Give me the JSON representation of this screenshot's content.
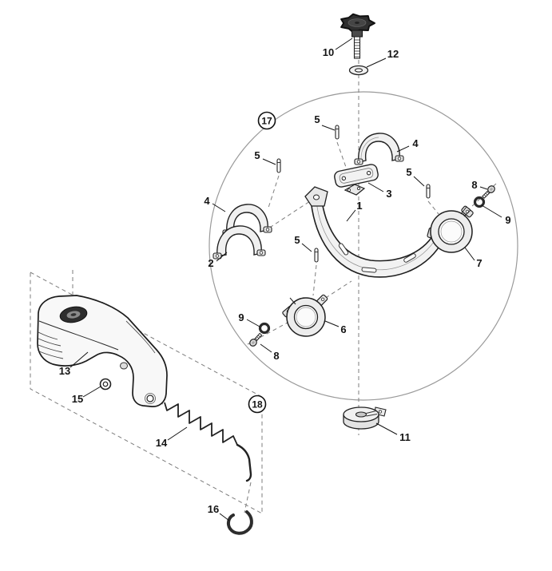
{
  "figure": {
    "kind": "exploded-parts-diagram",
    "ink_color": "#1f1f1f",
    "part_fill": "#f0f0f0",
    "boundary_color": "#9a9a9a"
  },
  "callouts": [
    {
      "part": "knob",
      "label": "10"
    },
    {
      "part": "washer-top",
      "label": "12"
    },
    {
      "part": "pin-top",
      "label": "5"
    },
    {
      "part": "saddle-upper-right",
      "label": "4"
    },
    {
      "part": "pin-left",
      "label": "5"
    },
    {
      "part": "plate",
      "label": "3"
    },
    {
      "part": "pin-right",
      "label": "5"
    },
    {
      "part": "screw-right",
      "label": "8"
    },
    {
      "part": "nut-right",
      "label": "9"
    },
    {
      "part": "main-bracket",
      "label": "1"
    },
    {
      "part": "saddle-left",
      "label": "4"
    },
    {
      "part": "saddle-lower-left",
      "label": "2"
    },
    {
      "part": "pin-center",
      "label": "5"
    },
    {
      "part": "clamp-right",
      "label": "7"
    },
    {
      "part": "clamp-center",
      "label": "6"
    },
    {
      "part": "nut-left",
      "label": "9"
    },
    {
      "part": "screw-left",
      "label": "8"
    },
    {
      "part": "base-mount",
      "label": "11"
    },
    {
      "part": "handle-body",
      "label": "13"
    },
    {
      "part": "grommet",
      "label": "15"
    },
    {
      "part": "spring",
      "label": "14"
    },
    {
      "part": "clip",
      "label": "16"
    }
  ],
  "group_markers": [
    {
      "group": "clamp-assembly",
      "label": "17"
    },
    {
      "group": "handle-assembly",
      "label": "18"
    }
  ]
}
